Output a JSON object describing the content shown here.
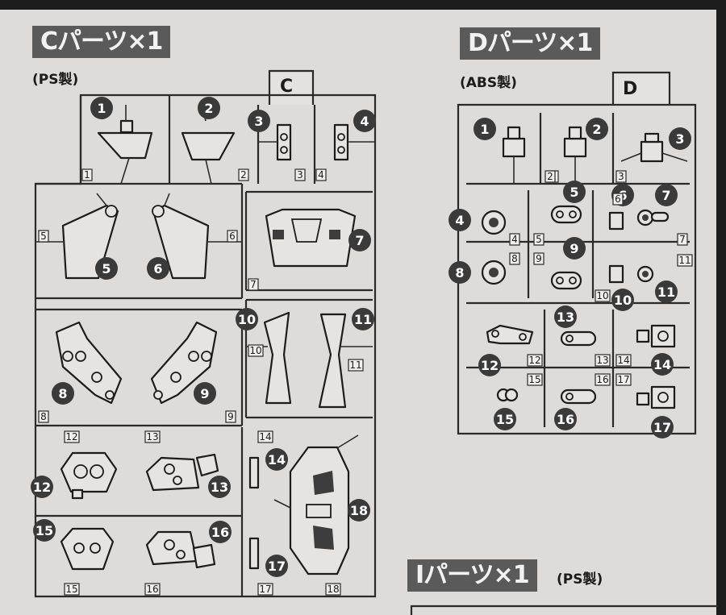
{
  "sections": {
    "c": {
      "header": "Cパーツ×1",
      "material": "(PS製)",
      "runner_tag": "C"
    },
    "d": {
      "header": "Dパーツ×1",
      "material": "(ABS製)",
      "runner_tag": "D"
    },
    "i": {
      "header": "Iパーツ×1",
      "material": "(PS製)"
    }
  },
  "c_parts": [
    "1",
    "2",
    "3",
    "4",
    "5",
    "6",
    "7",
    "8",
    "9",
    "10",
    "11",
    "12",
    "13",
    "14",
    "15",
    "16",
    "17",
    "18"
  ],
  "d_parts": [
    "1",
    "2",
    "3",
    "4",
    "5",
    "6",
    "7",
    "8",
    "9",
    "10",
    "11",
    "12",
    "13",
    "14",
    "15",
    "16",
    "17"
  ]
}
